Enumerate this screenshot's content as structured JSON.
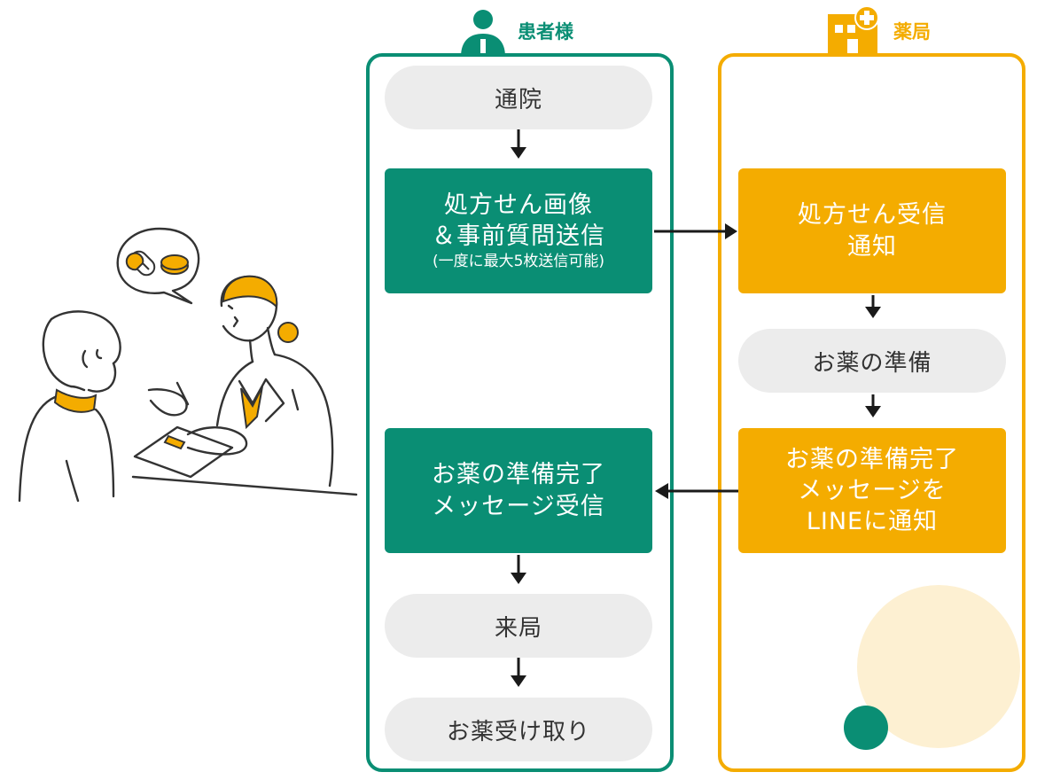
{
  "patient": {
    "label": "患者様",
    "steps": {
      "visit": "通院",
      "send_line1": "処方せん画像",
      "send_line2": "＆事前質問送信",
      "send_note": "(一度に最大5枚送信可能)",
      "ready_line1": "お薬の準備完了",
      "ready_line2": "メッセージ受信",
      "come": "来局",
      "receive": "お薬受け取り"
    }
  },
  "pharmacy": {
    "label": "薬局",
    "steps": {
      "notify_line1": "処方せん受信",
      "notify_line2": "通知",
      "prepare": "お薬の準備",
      "done_line1": "お薬の準備完了",
      "done_line2": "メッセージを",
      "done_line3": "LINEに通知"
    }
  },
  "colors": {
    "patient": "#0a8e74",
    "pharmacy": "#f4ac00",
    "neutral": "#ececec",
    "deco_circle": "#fdf0d2"
  },
  "icons": [
    "person-icon",
    "pharmacy-building-icon",
    "pharmacist-and-patient-illustration"
  ]
}
